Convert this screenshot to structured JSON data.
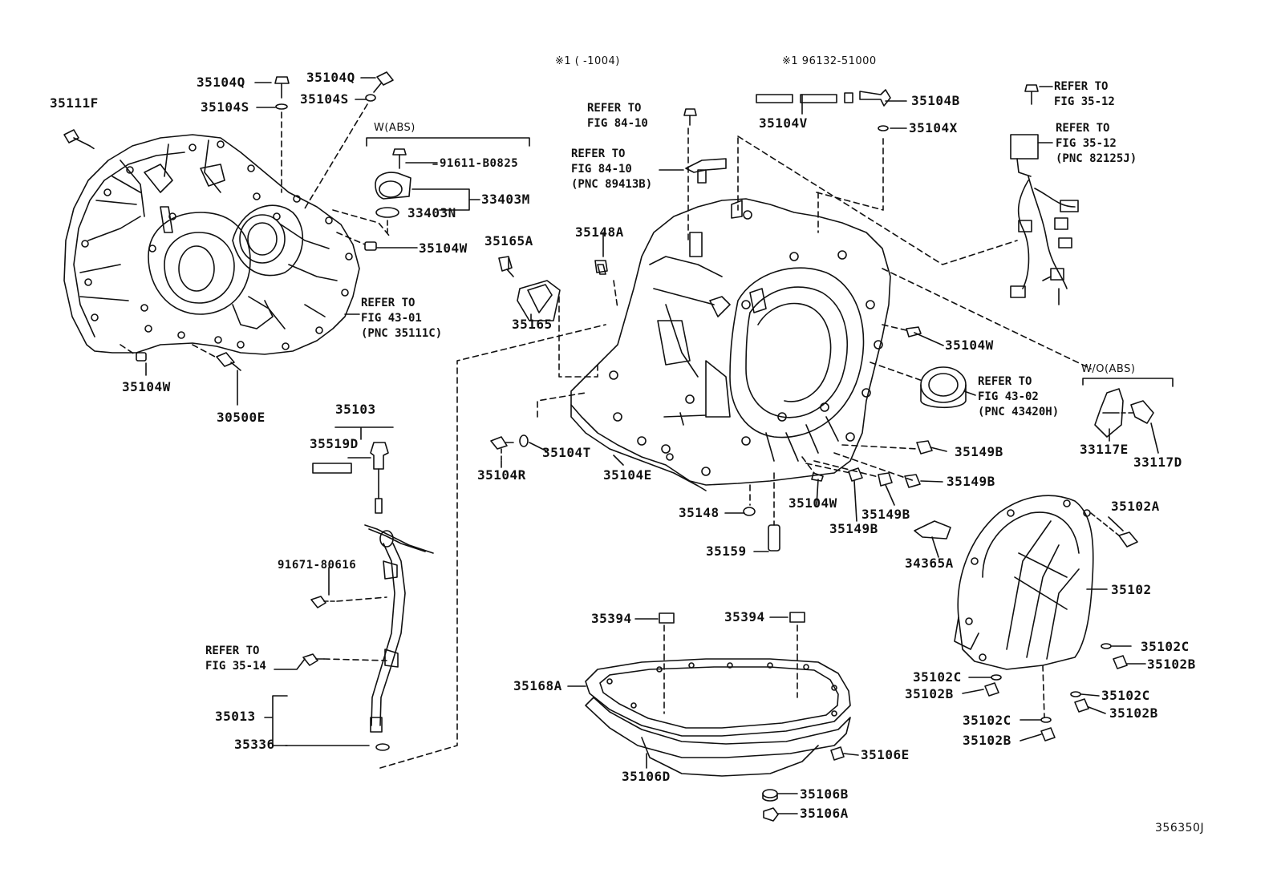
{
  "header": {
    "note1": "※1 (    -1004)",
    "note2": "※1 96132-51000"
  },
  "groups": {
    "w_abs": "W(ABS)",
    "wo_abs": "W/O(ABS)"
  },
  "parts": {
    "p35111F": "35111F",
    "p35104Q_a": "35104Q",
    "p35104S_a": "35104S",
    "p35104Q_b": "35104Q",
    "p35104S_b": "35104S",
    "p91611": "91611-B0825",
    "p33403M": "33403M",
    "p33403N": "33403N",
    "p35104W_a": "35104W",
    "p35104W_b": "35104W",
    "p30500E": "30500E",
    "p35103": "35103",
    "p35519D": "35519D",
    "p91671": "91671-80616",
    "p35013": "35013",
    "p35336": "35336",
    "p35165A": "35165A",
    "p35165": "35165",
    "p35148A": "35148A",
    "p35104V": "35104V",
    "p35104B": "35104B",
    "p35104X": "35104X",
    "p35104W_c": "35104W",
    "p35104T": "35104T",
    "p35104R": "35104R",
    "p35104E": "35104E",
    "p35148": "35148",
    "p35104W_d": "35104W",
    "p35149B_a": "35149B",
    "p35149B_b": "35149B",
    "p35149B_c": "35149B",
    "p35149B_d": "35149B",
    "p35159": "35159",
    "p34365A": "34365A",
    "p33117E": "33117E",
    "p33117D": "33117D",
    "p35102A": "35102A",
    "p35102": "35102",
    "p35102C_a": "35102C",
    "p35102B_a": "35102B",
    "p35102C_b": "35102C",
    "p35102B_b": "35102B",
    "p35102C_c": "35102C",
    "p35102B_c": "35102B",
    "p35102C_d": "35102C",
    "p35102B_d": "35102B",
    "p35394_a": "35394",
    "p35394_b": "35394",
    "p35168A": "35168A",
    "p35106D": "35106D",
    "p35106E": "35106E",
    "p35106B": "35106B",
    "p35106A": "35106A"
  },
  "refs": {
    "r_43_01": [
      "REFER TO",
      "FIG 43-01",
      "(PNC 35111C)"
    ],
    "r_35_14": [
      "REFER TO",
      "FIG 35-14"
    ],
    "r_84_10a": [
      "REFER TO",
      "FIG 84-10"
    ],
    "r_84_10b": [
      "REFER TO",
      "FIG 84-10",
      "(PNC 89413B)"
    ],
    "r_35_12a": [
      "REFER TO",
      "FIG 35-12"
    ],
    "r_35_12b": [
      "REFER TO",
      "FIG 35-12",
      "(PNC 82125J)"
    ],
    "r_43_02": [
      "REFER TO",
      "FIG 43-02",
      "(PNC 43420H)"
    ]
  },
  "footer": {
    "illustration_code": "356350J"
  }
}
